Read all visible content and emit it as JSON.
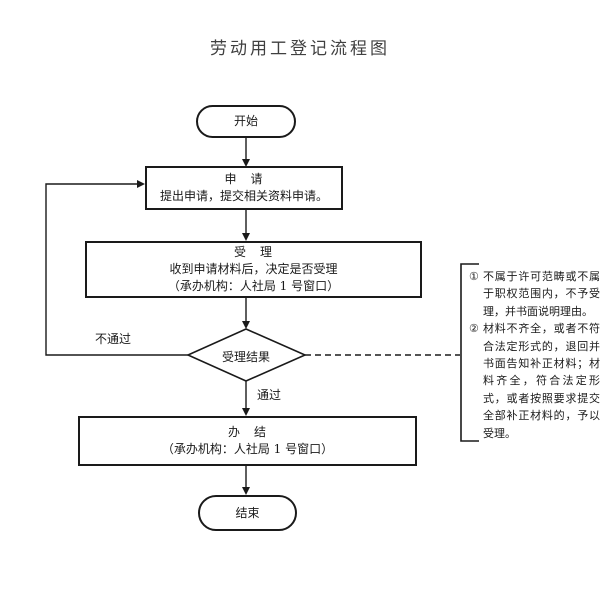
{
  "title": "劳动用工登记流程图",
  "flow": {
    "start_label": "开始",
    "apply": {
      "title": "申　请",
      "desc": "提出申请，提交相关资料申请。"
    },
    "accept": {
      "title": "受　理",
      "desc1": "收到申请材料后，决定是否受理",
      "desc2": "（承办机构：人社局 1 号窗口）"
    },
    "decision_label": "受理结果",
    "fail_label": "不通过",
    "pass_label": "通过",
    "finish": {
      "title": "办　结",
      "desc": "（承办机构：人社局 1 号窗口）"
    },
    "end_label": "结束"
  },
  "notes": {
    "items": [
      {
        "marker": "①",
        "text": "不属于许可范畴或不属于职权范围内，不予受理，并书面说明理由。"
      },
      {
        "marker": "②",
        "text": "材料不齐全，或者不符合法定形式的，退回并书面告知补正材料；材料齐全，符合法定形式，或者按照要求提交全部补正材料的，予以受理。"
      }
    ]
  },
  "colors": {
    "line": "#1a1a1a",
    "text": "#1a1a1a",
    "title_text": "#404040",
    "background": "#ffffff"
  }
}
